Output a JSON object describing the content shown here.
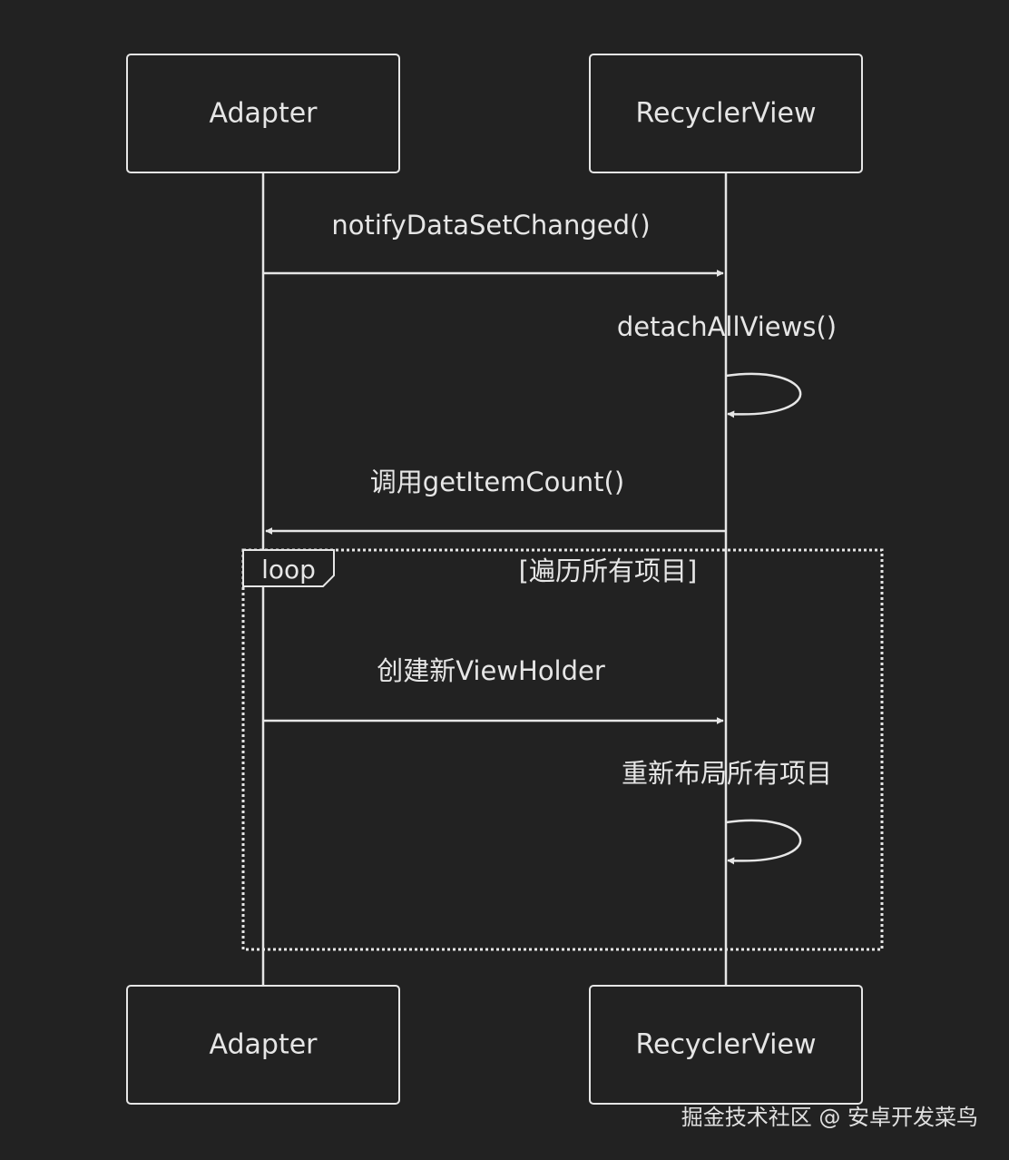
{
  "actors": {
    "left": "Adapter",
    "right": "RecyclerView"
  },
  "messages": {
    "m1": "notifyDataSetChanged()",
    "m2": "detachAllViews()",
    "m3": "调用getItemCount()",
    "m4": "创建新ViewHolder",
    "m5": "重新布局所有项目"
  },
  "loop": {
    "keyword": "loop",
    "condition": "[遍历所有项目]"
  },
  "watermark": "掘金技术社区 @ 安卓开发菜鸟",
  "colors": {
    "background": "#222222",
    "stroke": "#e6e6e6",
    "text": "#e6e6e6"
  }
}
